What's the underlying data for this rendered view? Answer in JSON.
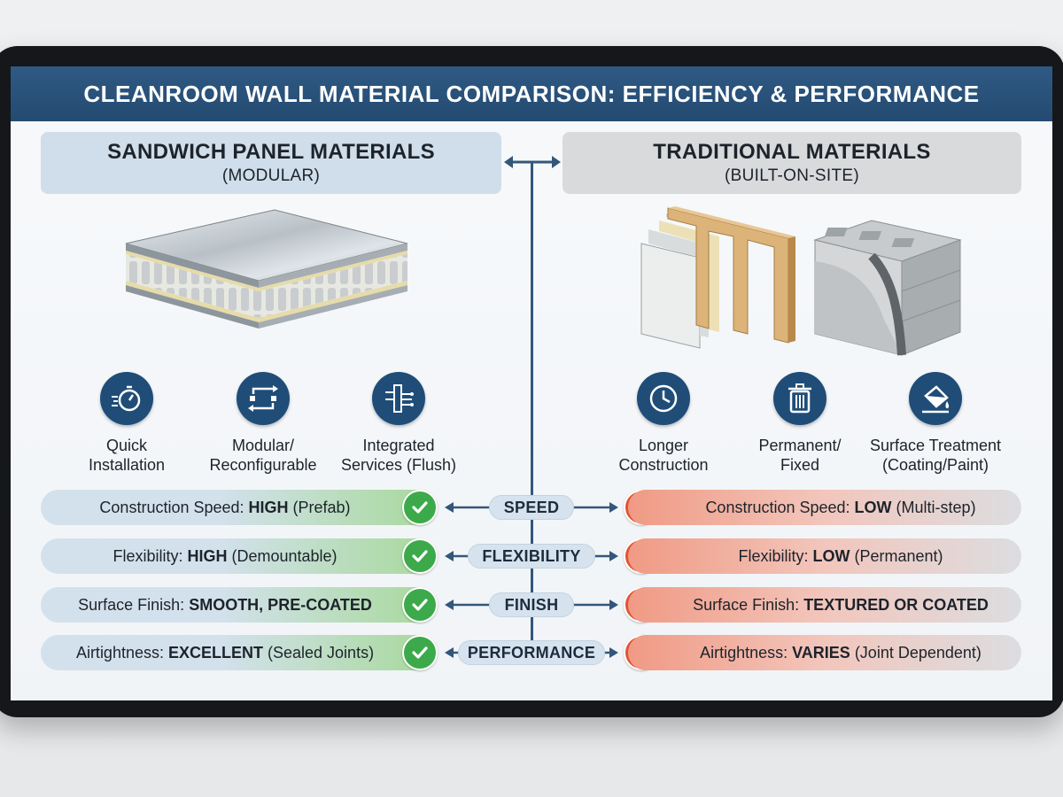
{
  "title": "CLEANROOM WALL MATERIAL COMPARISON: EFFICIENCY & PERFORMANCE",
  "left_column": {
    "heading": "SANDWICH PANEL MATERIALS",
    "subheading": "(MODULAR)",
    "features": [
      {
        "icon": "stopwatch-icon",
        "line1": "Quick",
        "line2": "Installation"
      },
      {
        "icon": "reconfigure-arrows-icon",
        "line1": "Modular/",
        "line2": "Reconfigurable"
      },
      {
        "icon": "integrated-services-icon",
        "line1": "Integrated",
        "line2": "Services (Flush)"
      }
    ]
  },
  "right_column": {
    "heading": "TRADITIONAL MATERIALS",
    "subheading": "(BUILT-ON-SITE)",
    "features": [
      {
        "icon": "clock-icon",
        "line1": "Longer",
        "line2": "Construction"
      },
      {
        "icon": "trash-bin-icon",
        "line1": "Permanent/",
        "line2": "Fixed"
      },
      {
        "icon": "paint-bucket-icon",
        "line1": "Surface Treatment",
        "line2": "(Coating/Paint)"
      }
    ]
  },
  "comparisons": [
    {
      "tag": "SPEED",
      "left": {
        "prefix": "Construction Speed: ",
        "value": "HIGH",
        "suffix": " (Prefab)"
      },
      "right": {
        "prefix": "Construction Speed: ",
        "value": "LOW",
        "suffix": " (Multi-step)"
      }
    },
    {
      "tag": "FLEXIBILITY",
      "left": {
        "prefix": "Flexibility: ",
        "value": "HIGH",
        "suffix": " (Demountable)"
      },
      "right": {
        "prefix": "Flexibility: ",
        "value": "LOW",
        "suffix": " (Permanent)"
      }
    },
    {
      "tag": "FINISH",
      "left": {
        "prefix": "Surface Finish: ",
        "value": "SMOOTH, PRE-COATED",
        "suffix": ""
      },
      "right": {
        "prefix": "Surface Finish: ",
        "value": "TEXTURED OR COATED",
        "suffix": ""
      }
    },
    {
      "tag": "PERFORMANCE",
      "left": {
        "prefix": "Airtightness: ",
        "value": "EXCELLENT",
        "suffix": " (Sealed Joints)"
      },
      "right": {
        "prefix": "Airtightness: ",
        "value": "VARIES",
        "suffix": " (Joint Dependent)"
      }
    }
  ],
  "colors": {
    "title_bar": "#2f5a84",
    "icon_circle": "#1f4d78",
    "check_green": "#3caa4a",
    "cross_red": "#e05436",
    "connector": "#33577a"
  }
}
